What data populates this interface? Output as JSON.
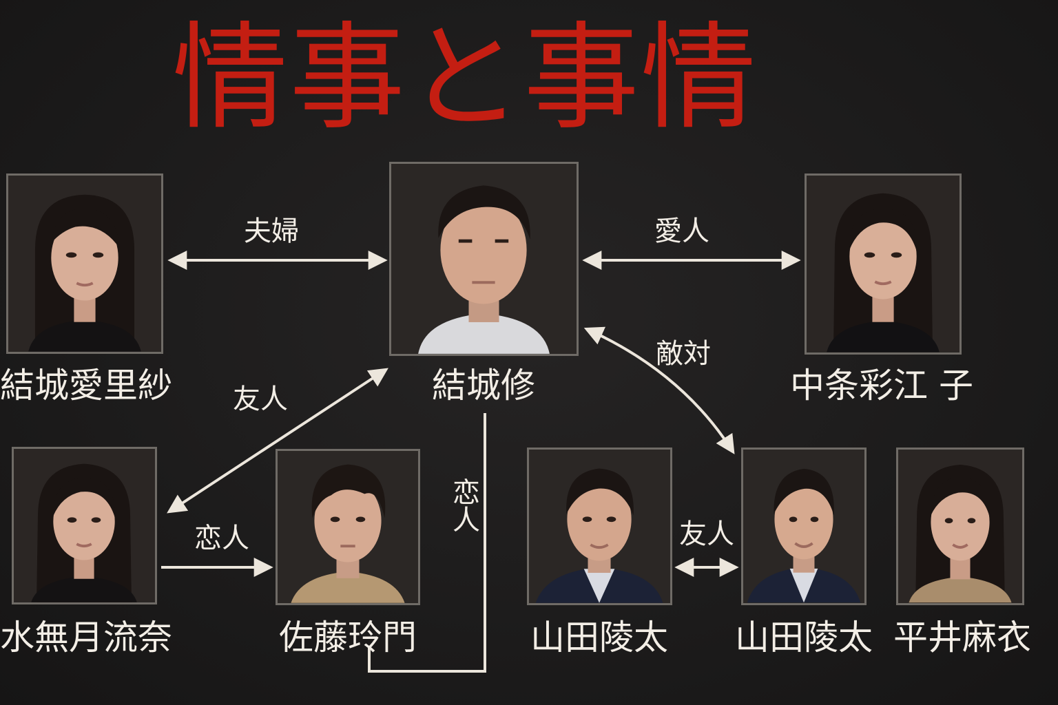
{
  "title": "情事と事情",
  "colors": {
    "title": "#c41e12",
    "text": "#f3eee6",
    "line": "#ece6dc",
    "frame": "#6f6b66",
    "background": "#1d1c1c"
  },
  "characters": {
    "airisa": {
      "name": "結城愛里紗",
      "icon": "woman-portrait"
    },
    "osamu": {
      "name": "結城修",
      "icon": "man-portrait"
    },
    "saeko": {
      "name": "中条彩江 子",
      "icon": "woman-portrait"
    },
    "runa": {
      "name": "水無月流奈",
      "icon": "woman-portrait"
    },
    "reimon": {
      "name": "佐藤玲門",
      "icon": "man-portrait"
    },
    "ryota1": {
      "name": "山田陵太",
      "icon": "man-portrait"
    },
    "ryota2": {
      "name": "山田陵太",
      "icon": "man-portrait"
    },
    "mai": {
      "name": "平井麻衣",
      "icon": "woman-portrait"
    }
  },
  "relations": {
    "fuufu": "夫婦",
    "aijin": "愛人",
    "tekitai": "敵対",
    "yuujin1": "友人",
    "renjin1": "恋人",
    "renjin2": "恋人",
    "yuujin2": "友人"
  }
}
